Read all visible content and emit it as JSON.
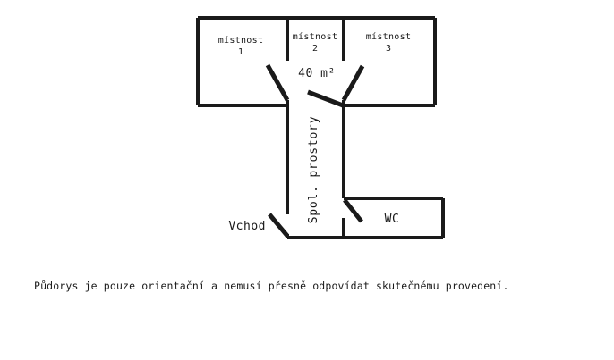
{
  "plan": {
    "area_label": "40 m²",
    "rooms": [
      {
        "name": "místnost",
        "number": "1"
      },
      {
        "name": "místnost",
        "number": "2"
      },
      {
        "name": "místnost",
        "number": "3"
      }
    ],
    "corridor_label": "Spol. prostory",
    "wc_label": "WC",
    "entrance_label": "Vchod",
    "colors": {
      "wall": "#1a1a1a",
      "background": "#ffffff",
      "text": "#1a1a1a"
    }
  },
  "disclaimer": {
    "text": "Půdorys je pouze orientační a nemusí přesně odpovídat skutečnému provedení."
  }
}
